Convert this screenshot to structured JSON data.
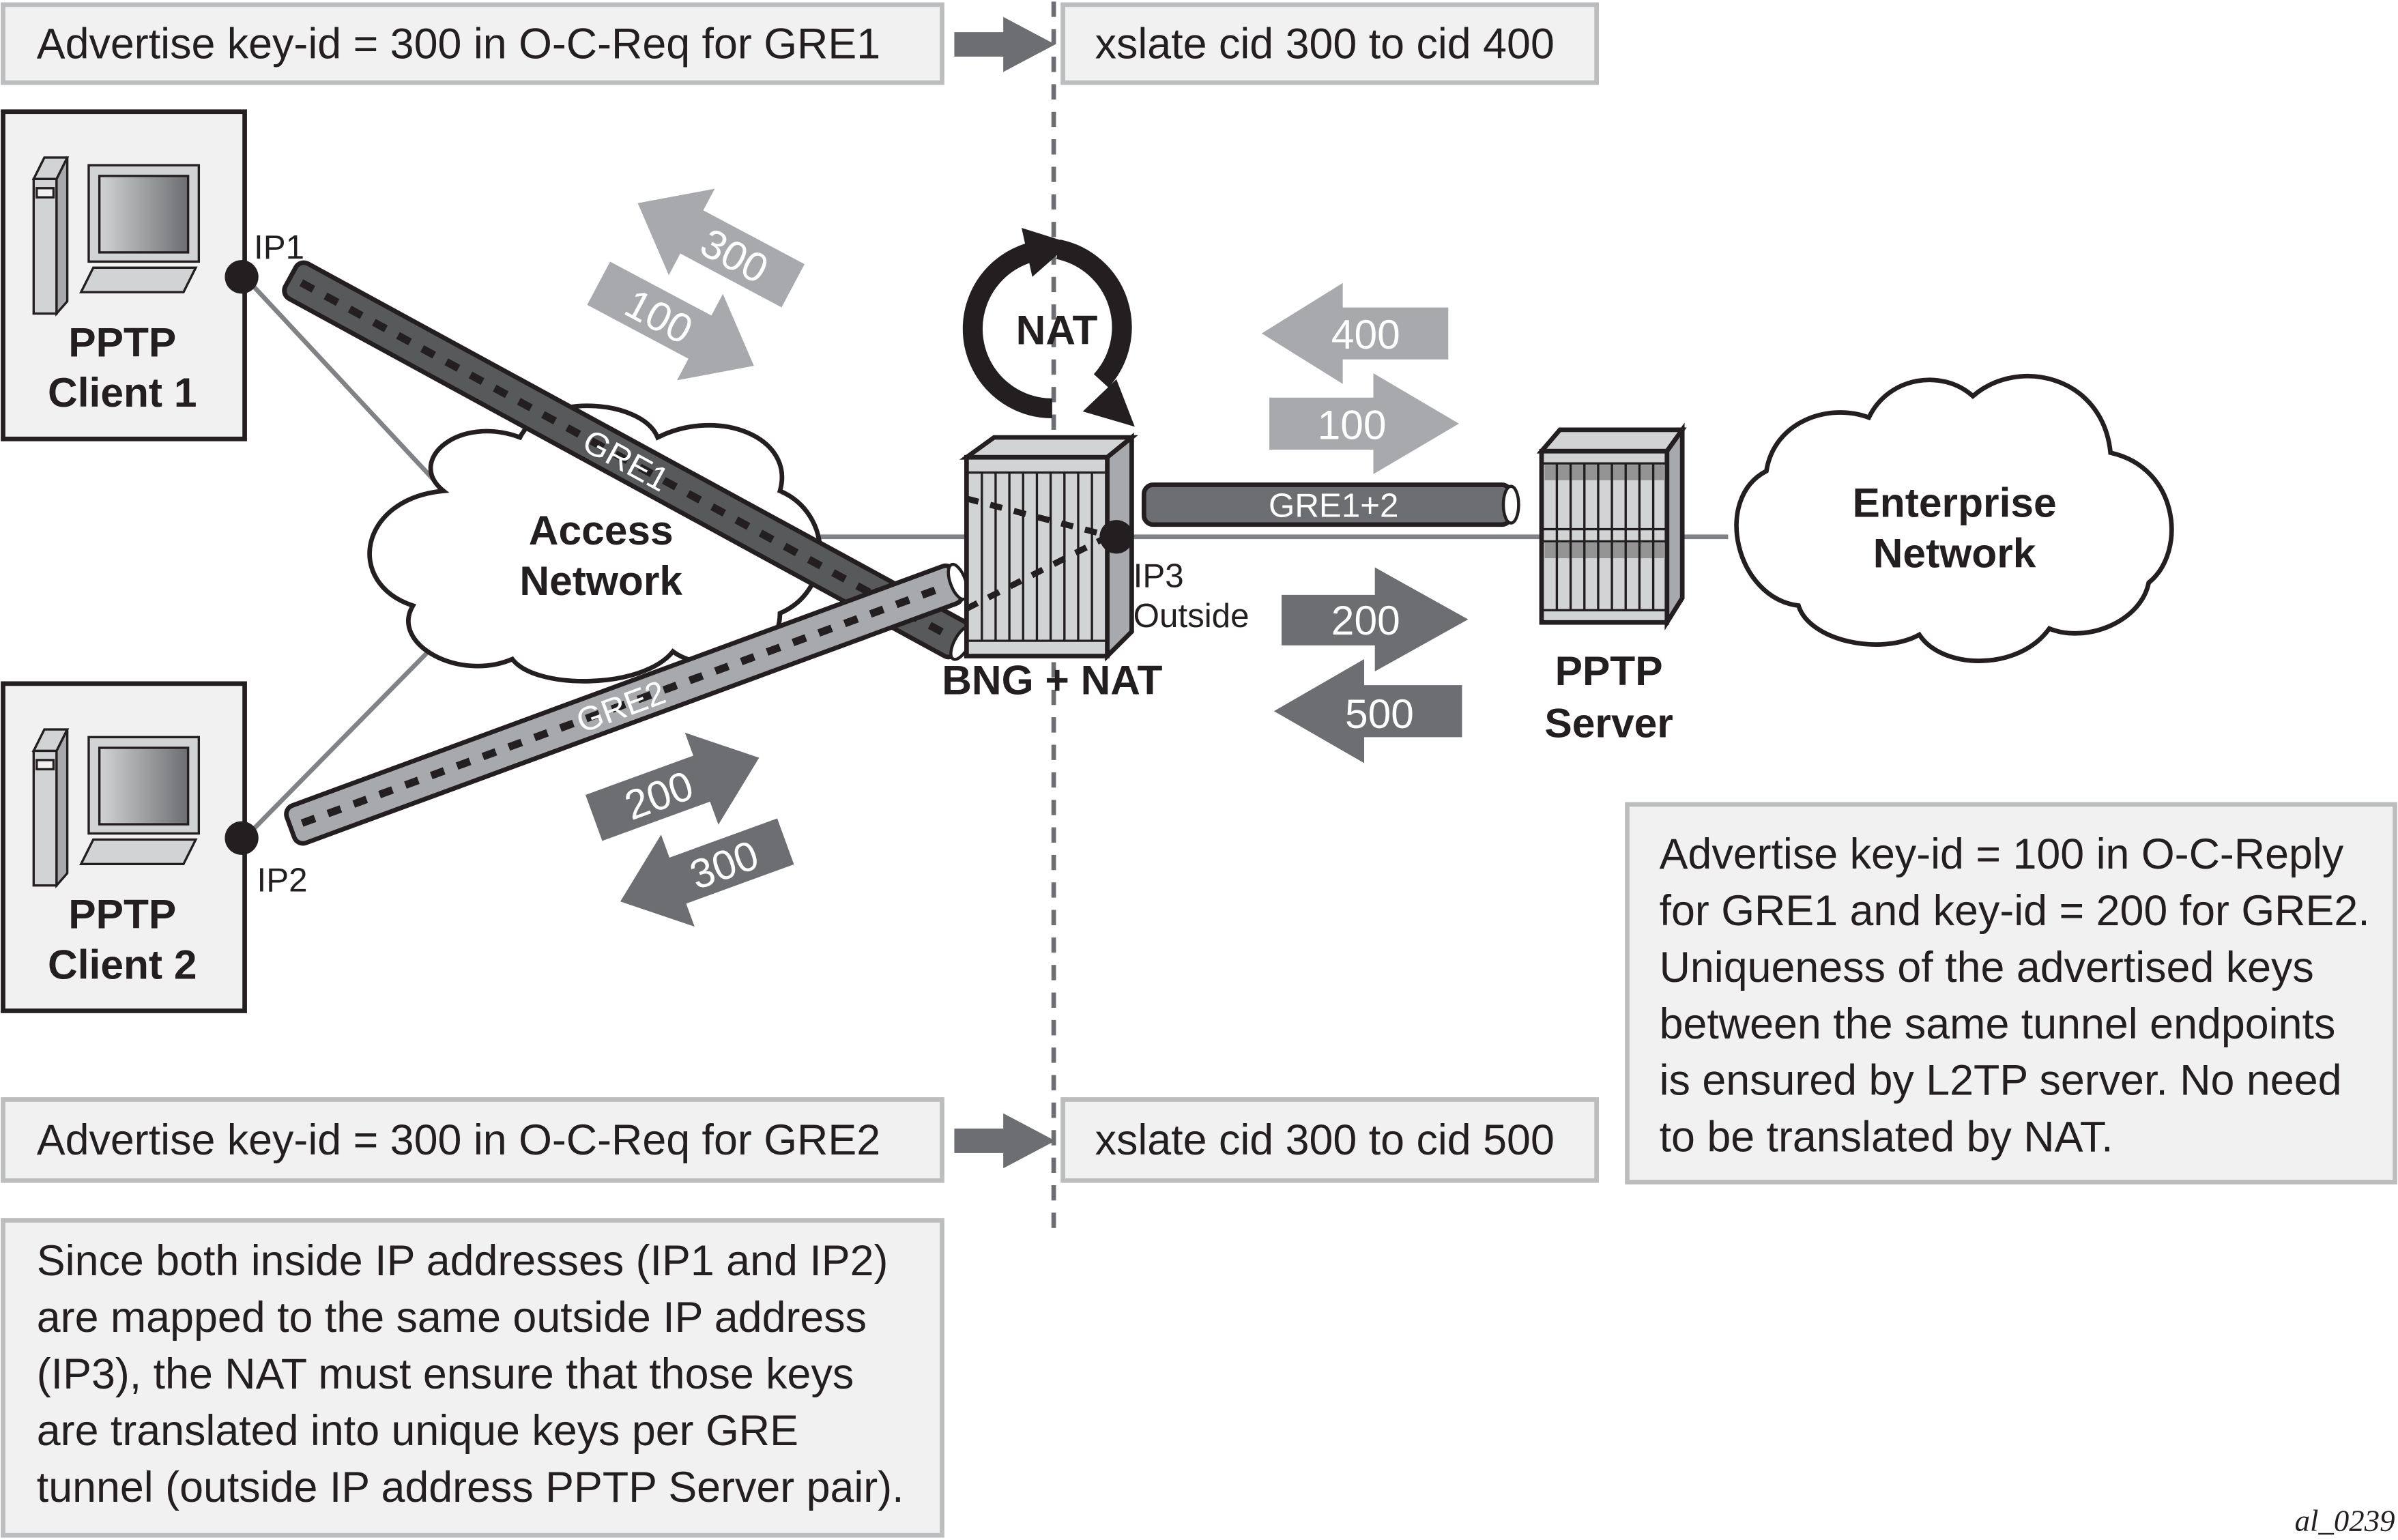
{
  "figure_id": "al_0239",
  "top_note": {
    "request": "Advertise key-id = 300 in O-C-Req for GRE1",
    "translate": "xslate cid 300 to cid 400"
  },
  "bottom_note": {
    "request": "Advertise key-id = 300 in O-C-Req for GRE2",
    "translate": "xslate cid 300 to cid 500"
  },
  "server_note_lines": [
    "Advertise key-id = 100 in O-C-Reply",
    "for GRE1 and key-id = 200 for GRE2.",
    "Uniqueness of the advertised keys",
    "between the same tunnel endpoints",
    "is ensured by L2TP server. No need",
    "to be translated by NAT."
  ],
  "explanation_lines": [
    "Since both inside IP addresses (IP1 and IP2)",
    "are mapped to the same outside IP address",
    "(IP3), the NAT must ensure that those keys",
    "are translated into unique keys per GRE",
    "tunnel (outside IP address PPTP Server pair)."
  ],
  "nodes": {
    "client1": {
      "line1": "PPTP",
      "line2": "Client 1",
      "ip": "IP1"
    },
    "client2": {
      "line1": "PPTP",
      "line2": "Client 2",
      "ip": "IP2"
    },
    "access_network": {
      "line1": "Access",
      "line2": "Network"
    },
    "bng": {
      "label": "BNG + NAT",
      "nat_label": "NAT",
      "ip": "IP3",
      "ip_note": "Outside"
    },
    "server": {
      "line1": "PPTP",
      "line2": "Server"
    },
    "enterprise": {
      "line1": "Enterprise",
      "line2": "Network"
    }
  },
  "tunnels": {
    "gre1": "GRE1",
    "gre2": "GRE2",
    "gre12": "GRE1+2"
  },
  "key_arrows": {
    "gre1_inside_up": "300",
    "gre1_inside_down": "100",
    "gre1_outside_left": "400",
    "gre1_outside_right": "100",
    "gre2_inside_up": "200",
    "gre2_inside_down": "300",
    "gre2_outside_right": "200",
    "gre2_outside_left": "500"
  },
  "colors": {
    "note_fill": "#f0f1f0",
    "note_border": "#bcbdbf",
    "light_arrow": "#a7a9ac",
    "dark_arrow": "#6d6e71",
    "tunnel_dark": "#58595b",
    "tunnel_light": "#a7a9ac",
    "ink": "#231f20"
  }
}
